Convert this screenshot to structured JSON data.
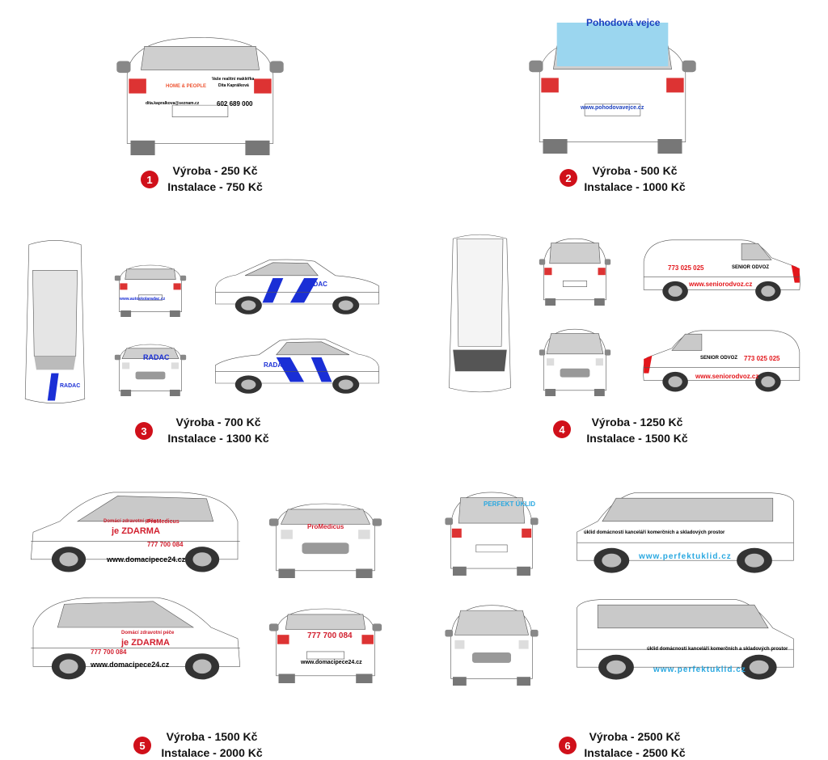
{
  "packages": [
    {
      "number": "1",
      "production": "Výroba - 250 Kč",
      "installation": "Instalace - 750 Kč",
      "wrap": {
        "brand": "HOME & PEOPLE",
        "line1": "Vaše realitní makléřka",
        "line2": "Dita Kaprálková",
        "phone": "602 689 000",
        "email": "dita.kapralkova@seznam.cz"
      }
    },
    {
      "number": "2",
      "production": "Výroba - 500 Kč",
      "installation": "Instalace - 1000 Kč",
      "wrap": {
        "brand": "Pohodová vejce",
        "web": "www.pohodovavejce.cz"
      }
    },
    {
      "number": "3",
      "production": "Výroba - 700 Kč",
      "installation": "Instalace - 1300 Kč",
      "wrap": {
        "brand": "RADAC",
        "web": "www.autoskolaradac.cz"
      }
    },
    {
      "number": "4",
      "production": "Výroba - 1250 Kč",
      "installation": "Instalace - 1500 Kč",
      "wrap": {
        "brand": "SENIOR ODVOZ",
        "phone": "773 025 025",
        "web": "www.seniorodvoz.cz"
      }
    },
    {
      "number": "5",
      "production": "Výroba - 1500 Kč",
      "installation": "Instalace - 2000 Kč",
      "wrap": {
        "brand": "ProMedicus",
        "slogan": "Domácí zdravotní péče",
        "free": "je ZDARMA",
        "phone": "777 700 084",
        "web": "www.domacipece24.cz"
      }
    },
    {
      "number": "6",
      "production": "Výroba - 2500 Kč",
      "installation": "Instalace - 2500 Kč",
      "wrap": {
        "brand": "PERFEKT ÚKLID",
        "services": "úklid domácností  kanceláří  komerčních a skladových prostor",
        "web": "www.perfektuklid.cz"
      }
    }
  ],
  "colors": {
    "badge": "#d0101a",
    "radac": "#1a2fd6",
    "senior": "#e3161b",
    "promedicus": "#d2202f",
    "perfekt": "#2aa8e0"
  }
}
